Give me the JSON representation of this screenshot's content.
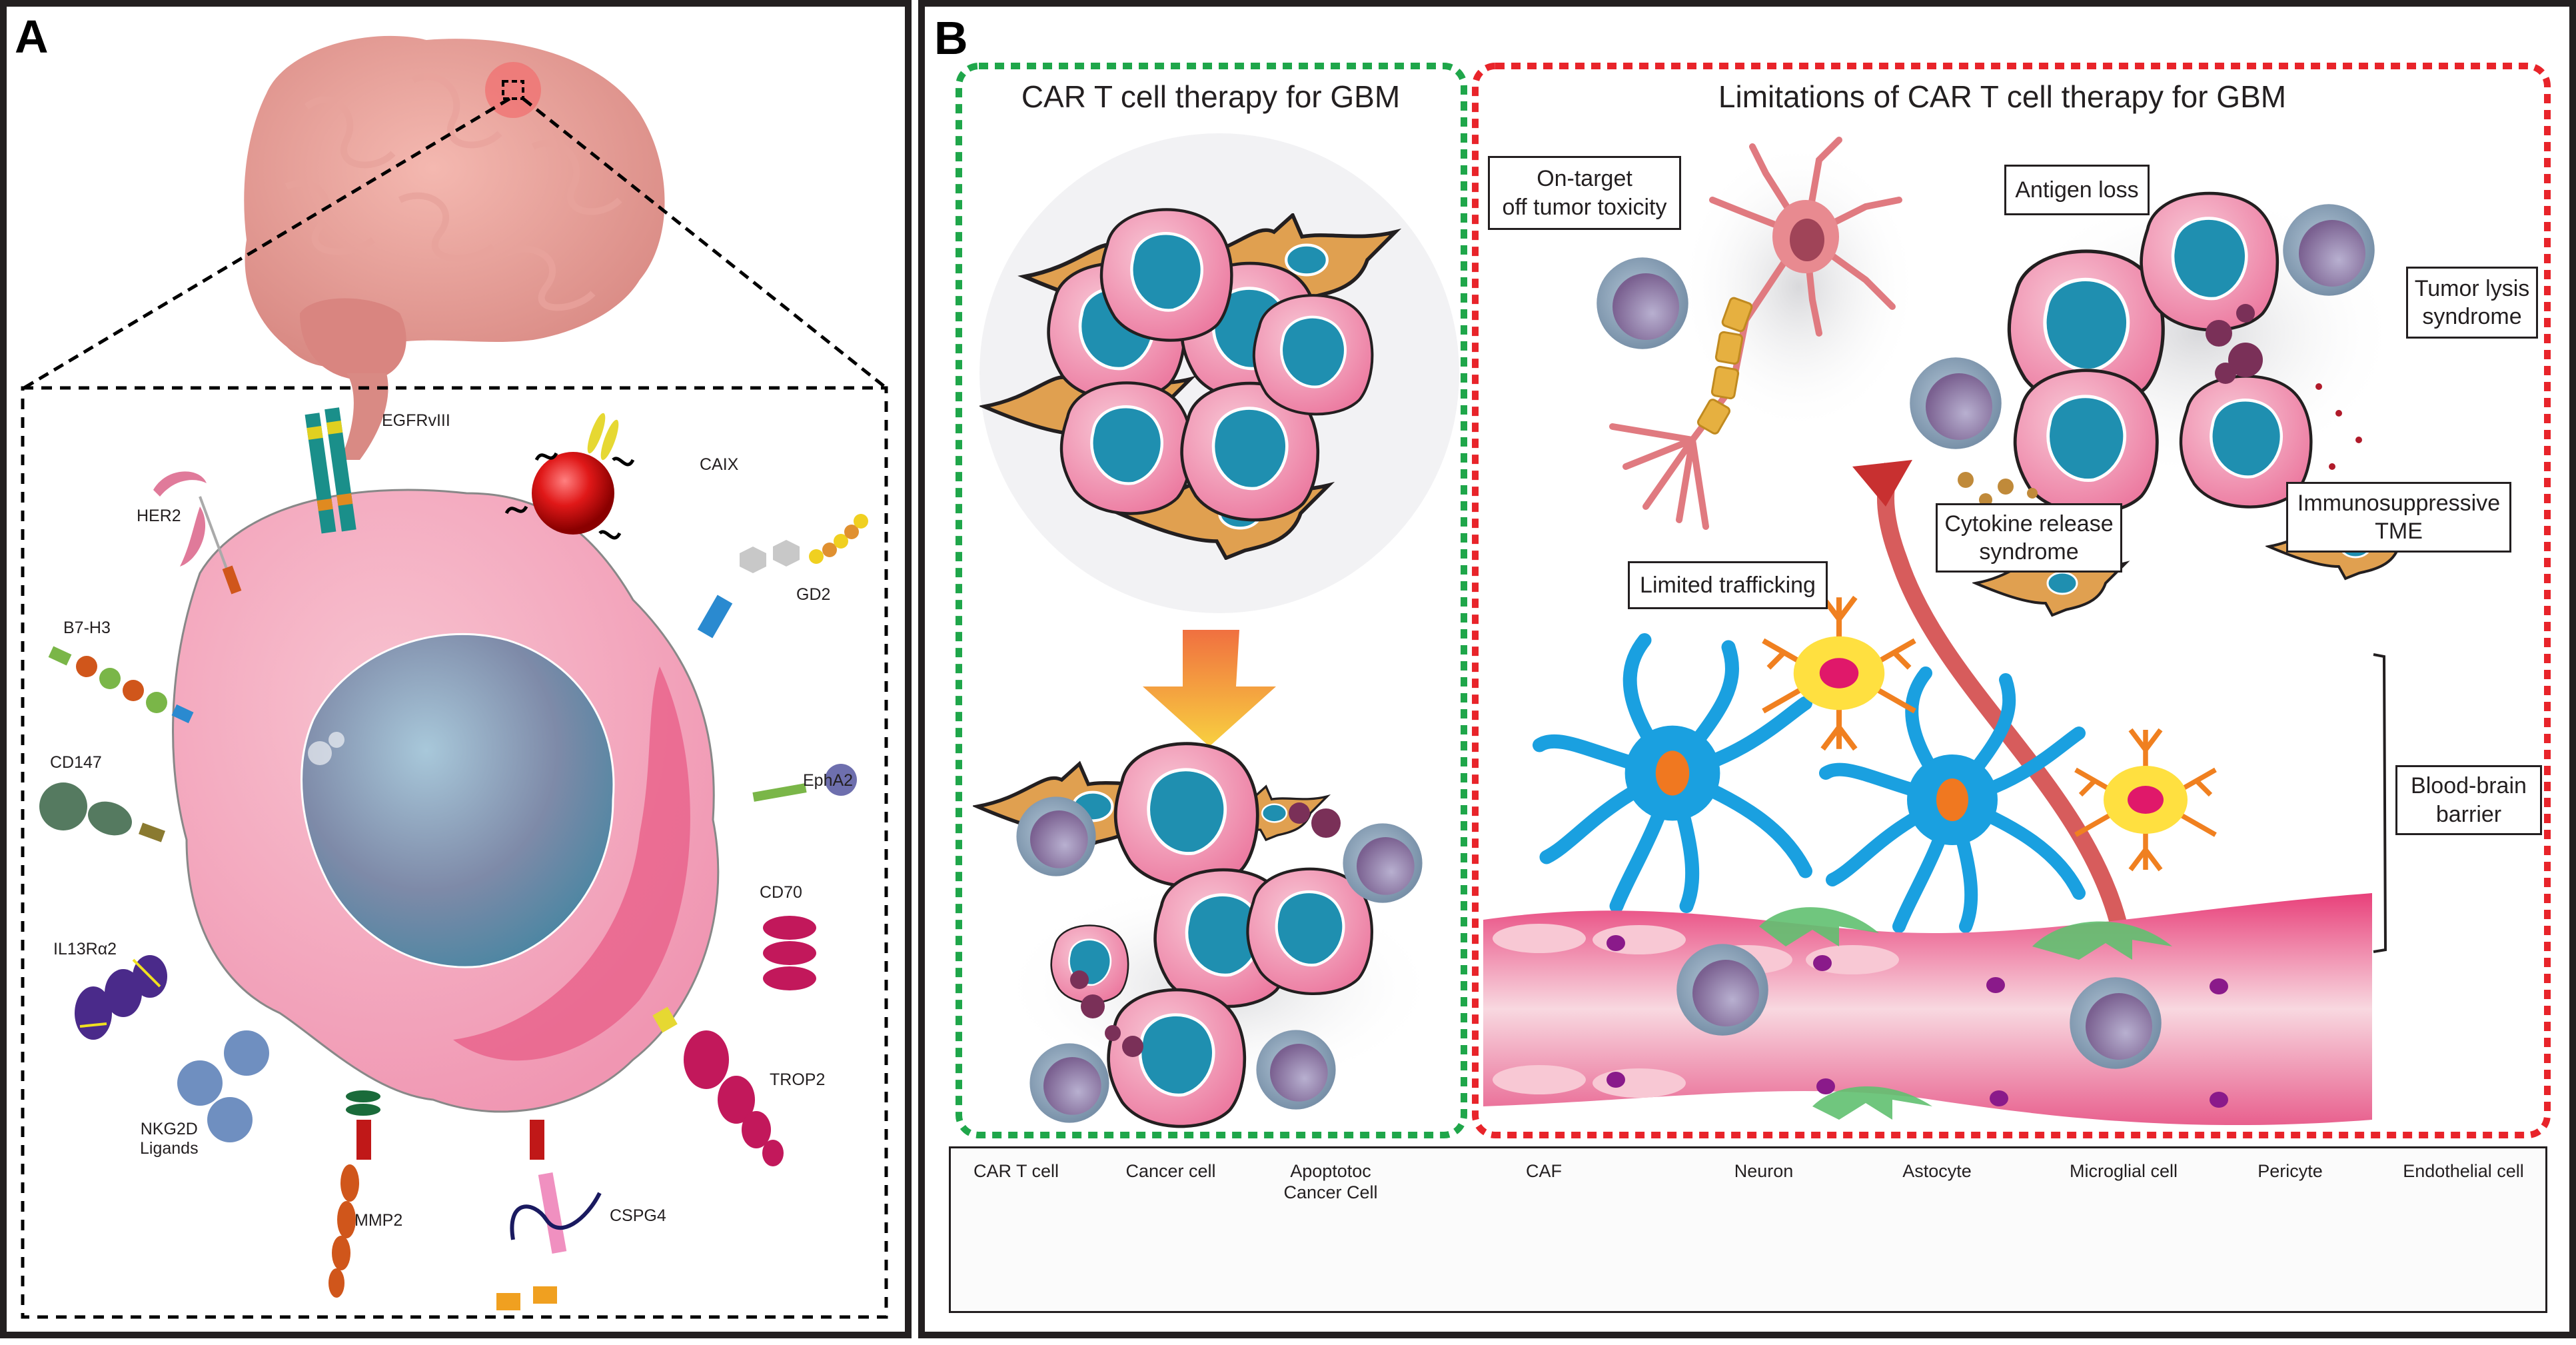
{
  "figure": {
    "panels": [
      {
        "id": "A",
        "letter": "A",
        "zoom_region": "brain tumor cell close-up",
        "antigens": [
          {
            "label": "EGFRvIII",
            "color": "#1a8f8a"
          },
          {
            "label": "CAIX",
            "color": "#cc1a1a"
          },
          {
            "label": "HER2",
            "color": "#e07a9a"
          },
          {
            "label": "GD2",
            "color": "#2a8ad0"
          },
          {
            "label": "B7-H3",
            "color": "#6aa84f"
          },
          {
            "label": "EphA2",
            "color": "#6e6fae"
          },
          {
            "label": "CD147",
            "color": "#557a60"
          },
          {
            "label": "CD70",
            "color": "#c2185b"
          },
          {
            "label": "IL13Rα2",
            "color": "#4a2a8a"
          },
          {
            "label": "TROP2",
            "color": "#c2185b"
          },
          {
            "label": "NKG2D\nLigands",
            "color": "#6f8fc0"
          },
          {
            "label": "MMP2",
            "color": "#d0561b"
          },
          {
            "label": "CSPG4",
            "color": "#e06fa8"
          }
        ]
      },
      {
        "id": "B",
        "letter": "B",
        "left_section": {
          "title": "CAR T cell therapy for GBM",
          "border_color": "#1fa64a"
        },
        "right_section": {
          "title": "Limitations of CAR T cell therapy for GBM",
          "border_color": "#e8242a",
          "callouts": [
            {
              "id": "on-target",
              "text": "On-target\noff tumor toxicity"
            },
            {
              "id": "antigen-loss",
              "text": "Antigen loss"
            },
            {
              "id": "tumor-lysis",
              "text": "Tumor lysis\nsyndrome"
            },
            {
              "id": "cytokine-release",
              "text": "Cytokine release\nsyndrome"
            },
            {
              "id": "immunosuppressive-tme",
              "text": "Immunosuppressive\nTME"
            },
            {
              "id": "limited-trafficking",
              "text": "Limited trafficking"
            },
            {
              "id": "blood-brain-barrier",
              "text": "Blood-brain\nbarrier"
            }
          ]
        },
        "legend": [
          {
            "label": "CAR T cell",
            "icon": "car-t-cell-icon"
          },
          {
            "label": "Cancer cell",
            "icon": "cancer-cell-icon"
          },
          {
            "label": "Apoptotoc\nCancer Cell",
            "icon": "apoptotic-cancer-cell-icon"
          },
          {
            "label": "CAF",
            "icon": "caf-icon"
          },
          {
            "label": "Neuron",
            "icon": "neuron-icon"
          },
          {
            "label": "Astocyte",
            "icon": "astrocyte-icon"
          },
          {
            "label": "Microglial cell",
            "icon": "microglial-cell-icon"
          },
          {
            "label": "Pericyte",
            "icon": "pericyte-icon"
          },
          {
            "label": "Endothelial cell",
            "icon": "endothelial-cell-icon"
          }
        ]
      }
    ],
    "colors": {
      "frame": "#231f20",
      "brain": "#e89a94",
      "tumor_cell": "#f0a0b8",
      "nucleus": "#4f8fb0",
      "car_t_outer": "#8fa8c0",
      "car_t_inner": "#8a70a0",
      "caf": "#e0a050",
      "astrocyte": "#1aa0e0",
      "microglia": "#ffe040",
      "pericyte": "#60c070",
      "vessel": "#ec6a98",
      "arrow_orange": "#f5a030",
      "arrow_red": "#d04040"
    }
  }
}
